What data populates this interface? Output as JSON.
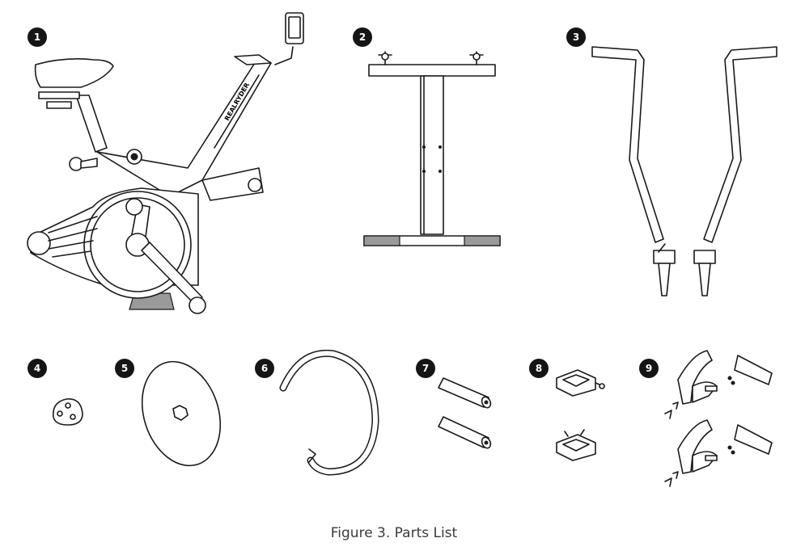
{
  "figure": {
    "caption": "Figure 3. Parts List",
    "parts": [
      {
        "number": "1",
        "icon": "bike-frame-icon"
      },
      {
        "number": "2",
        "icon": "stabilizer-base-icon"
      },
      {
        "number": "3",
        "icon": "handlebar-bars-icon"
      },
      {
        "number": "4",
        "icon": "small-cap-icon"
      },
      {
        "number": "5",
        "icon": "disc-cover-icon"
      },
      {
        "number": "6",
        "icon": "ring-trim-icon"
      },
      {
        "number": "7",
        "icon": "cylinder-bolts-icon"
      },
      {
        "number": "8",
        "icon": "pedals-icon"
      },
      {
        "number": "9",
        "icon": "pedal-straps-icon"
      }
    ],
    "frame_brand_text": "REALRYDER"
  }
}
